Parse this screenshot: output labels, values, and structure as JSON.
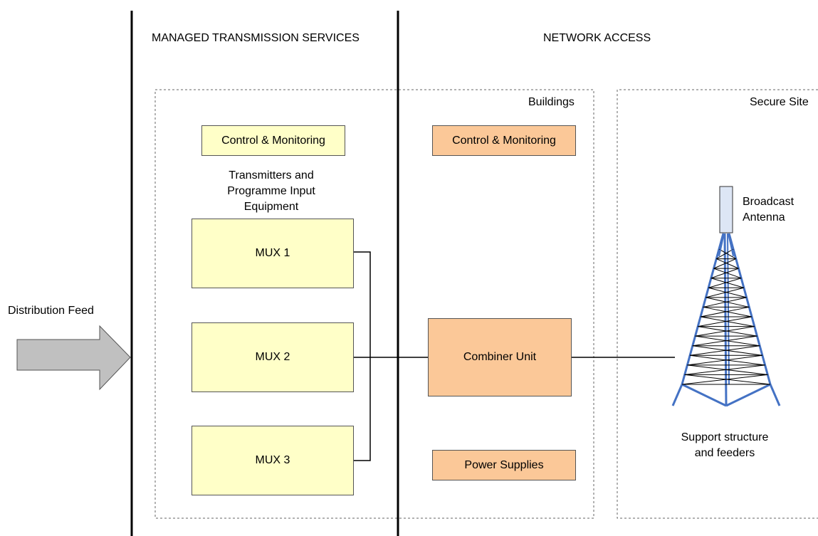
{
  "headers": {
    "managed": "MANAGED TRANSMISSION SERVICES",
    "network": "NETWORK ACCESS"
  },
  "regions": {
    "buildings": "Buildings",
    "secure_site": "Secure Site"
  },
  "feed": {
    "label": "Distribution Feed"
  },
  "mts": {
    "control": "Control & Monitoring",
    "transmitters_label": [
      "Transmitters and",
      "Programme Input",
      "Equipment"
    ],
    "mux": [
      "MUX 1",
      "MUX 2",
      "MUX 3"
    ]
  },
  "na": {
    "control": "Control & Monitoring",
    "combiner": "Combiner Unit",
    "power": "Power Supplies"
  },
  "antenna": {
    "label": [
      "Broadcast",
      "Antenna"
    ],
    "support_label": [
      "Support structure",
      "and feeders"
    ]
  },
  "colors": {
    "yellow_box": "#ffffc8",
    "orange_box": "#fbc898",
    "arrow_fill": "#c0c0c0",
    "tower_blue": "#4472c4"
  }
}
